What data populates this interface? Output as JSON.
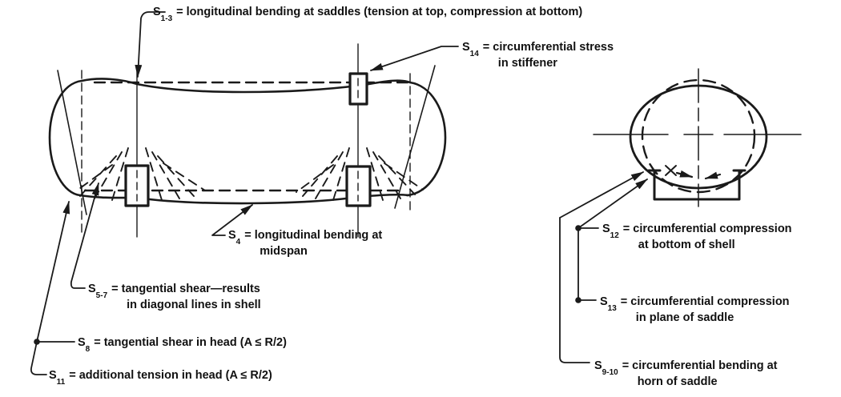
{
  "colors": {
    "ink": "#1a1a1a",
    "background": "#ffffff"
  },
  "labels": {
    "s1_3": {
      "sym": "S",
      "sub": "1-3",
      "line1": "= longitudinal bending at saddles (tension at top, compression at bottom)",
      "line2": ""
    },
    "s14": {
      "sym": "S",
      "sub": "14",
      "line1": "= circumferential stress",
      "line2": "in stiffener"
    },
    "s4": {
      "sym": "S",
      "sub": "4",
      "line1": "= longitudinal bending at",
      "line2": "midspan"
    },
    "s5_7": {
      "sym": "S",
      "sub": "5-7",
      "line1": "= tangential shear—results",
      "line2": "in diagonal lines in shell"
    },
    "s8": {
      "sym": "S",
      "sub": "8",
      "line1": "= tangential shear in head (A ≤ R/2)",
      "line2": ""
    },
    "s11": {
      "sym": "S",
      "sub": "11",
      "line1": "= additional tension in head (A ≤ R/2)",
      "line2": ""
    },
    "s12": {
      "sym": "S",
      "sub": "12",
      "line1": "= circumferential compression",
      "line2": "at bottom of shell"
    },
    "s13": {
      "sym": "S",
      "sub": "13",
      "line1": "= circumferential compression",
      "line2": "in plane of saddle"
    },
    "s9_10": {
      "sym": "S",
      "sub": "9-10",
      "line1": "= circumferential bending at",
      "line2": "horn of saddle"
    }
  }
}
